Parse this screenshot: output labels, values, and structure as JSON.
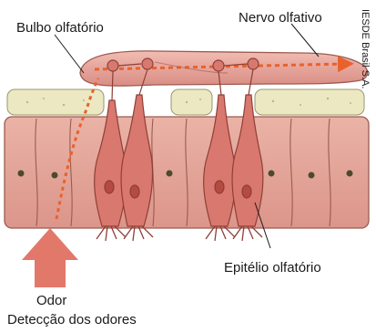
{
  "labels": {
    "bulbo": "Bulbo olfatório",
    "nervo": "Nervo olfativo",
    "epitelio": "Epitélio olfatório",
    "odor": "Odor",
    "deteccao": "Detecção dos odores"
  },
  "credit": "IESDE Brasil S.A.",
  "colors": {
    "epithelium_fill": "#e8a99c",
    "epithelium_stroke": "#9c5a50",
    "nucleus": "#4b4a2e",
    "bulb_fill": "#e7a49a",
    "bone_fill": "#ece8c2",
    "neuron_fill": "#d9786e",
    "arrow": "#e2786a",
    "signal": "#e8622c"
  }
}
